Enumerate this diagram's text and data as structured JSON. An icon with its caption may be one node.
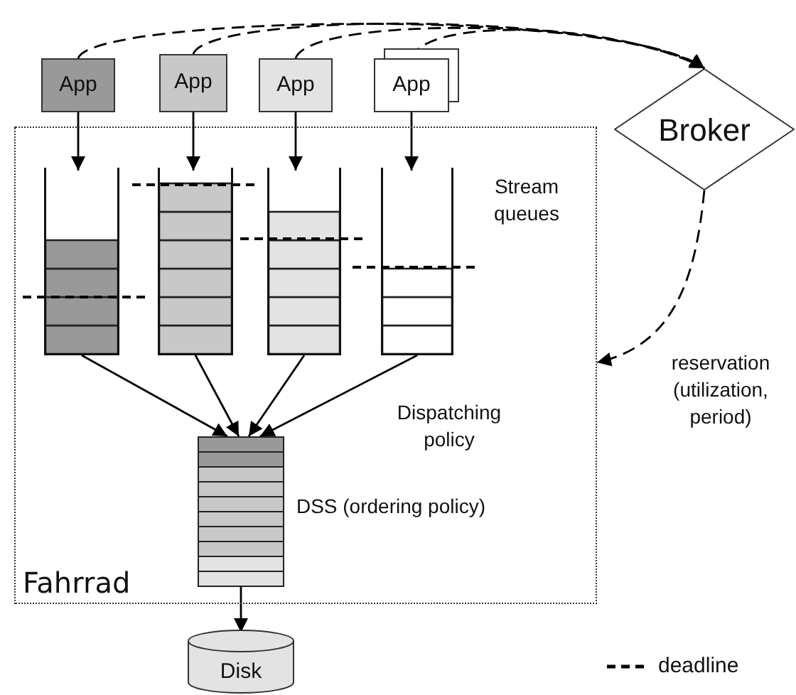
{
  "diagram": {
    "nodes": [
      {
        "text": [
          "Fahrrad"
        ]
      },
      {
        "text": [
          "App"
        ]
      },
      {
        "text": [
          "App"
        ]
      },
      {
        "text": [
          "App"
        ]
      },
      {
        "text": [
          "App"
        ]
      },
      {
        "text": [],
        "shape": "box",
        "in": 0
      },
      {
        "text": [],
        "shape": "box",
        "in": 0
      },
      {
        "text": [],
        "shape": "box",
        "in": 0
      },
      {
        "text": [],
        "shape": "box",
        "in": 0
      },
      {
        "text": [],
        "shape": "box",
        "in": 0,
        "beside": [
          "DSS (ordering policy)"
        ]
      },
      {
        "text": [
          "Disk"
        ]
      },
      {
        "text": [
          "Broker"
        ]
      }
    ],
    "edges": [
      {
        "from": 1,
        "to": 5,
        "arrow": "to"
      },
      {
        "from": 2,
        "to": 6,
        "arrow": "to"
      },
      {
        "from": 3,
        "to": 7,
        "arrow": "to"
      },
      {
        "from": 4,
        "to": 8,
        "arrow": "to"
      },
      {
        "from": 5,
        "to": 9,
        "arrow": "to"
      },
      {
        "from": 6,
        "to": 9,
        "arrow": "to"
      },
      {
        "from": 7,
        "to": 9,
        "arrow": "to"
      },
      {
        "from": 8,
        "to": 9,
        "arrow": "to"
      },
      {
        "from": 9,
        "to": 10,
        "arrow": "to"
      },
      {
        "from": 1,
        "to": 11,
        "arrow": "to",
        "style": "dashed"
      },
      {
        "from": 2,
        "to": 11,
        "arrow": "to",
        "style": "dashed"
      },
      {
        "from": 3,
        "to": 11,
        "arrow": "to",
        "style": "dashed"
      },
      {
        "from": 4,
        "to": 11,
        "arrow": "to",
        "style": "dashed"
      },
      {
        "from": 11,
        "to": 0,
        "arrow": "to",
        "style": "dashed",
        "label": "reservation (utilization, period)"
      }
    ],
    "labels": [
      "Stream queues",
      "Dispatching policy"
    ],
    "legend": [
      {
        "text": "deadline"
      }
    ]
  }
}
